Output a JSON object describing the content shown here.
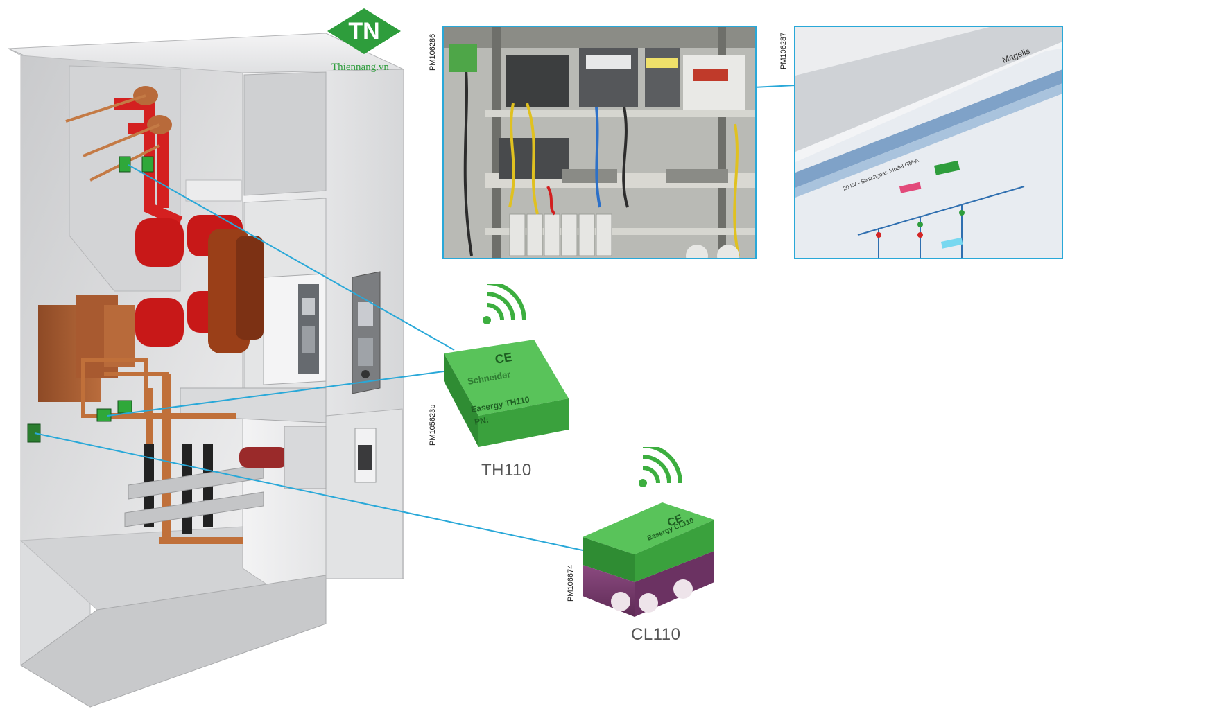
{
  "logo": {
    "initials": "TN",
    "site": "Thiennang.vn",
    "brand_color": "#2e9d3c"
  },
  "photos": [
    {
      "id": "PM106286"
    },
    {
      "id": "PM106287"
    },
    {
      "id": "PM105623b"
    },
    {
      "id": "PM106674"
    }
  ],
  "devices": [
    {
      "label": "TH110",
      "icon": "wireless-signal-icon",
      "body_color": "#3cae3f",
      "ce_mark": "CE",
      "brand": "Schneider",
      "model": "Easergy TH110",
      "pn": "PN:"
    },
    {
      "label": "CL110",
      "icon": "wireless-signal-icon",
      "body_color": "#3cae3f",
      "base_color": "#7a3e6f",
      "ce_mark": "CE",
      "model": "Easergy CL110"
    }
  ],
  "screen": {
    "brand": "Magelis",
    "title": "20 kV - Switchgear, Model GM-A"
  },
  "colors": {
    "connector": "#29a8d8",
    "busbar": "#d42020",
    "copper": "#c0703a",
    "cabinet": "#e9eaeb"
  }
}
